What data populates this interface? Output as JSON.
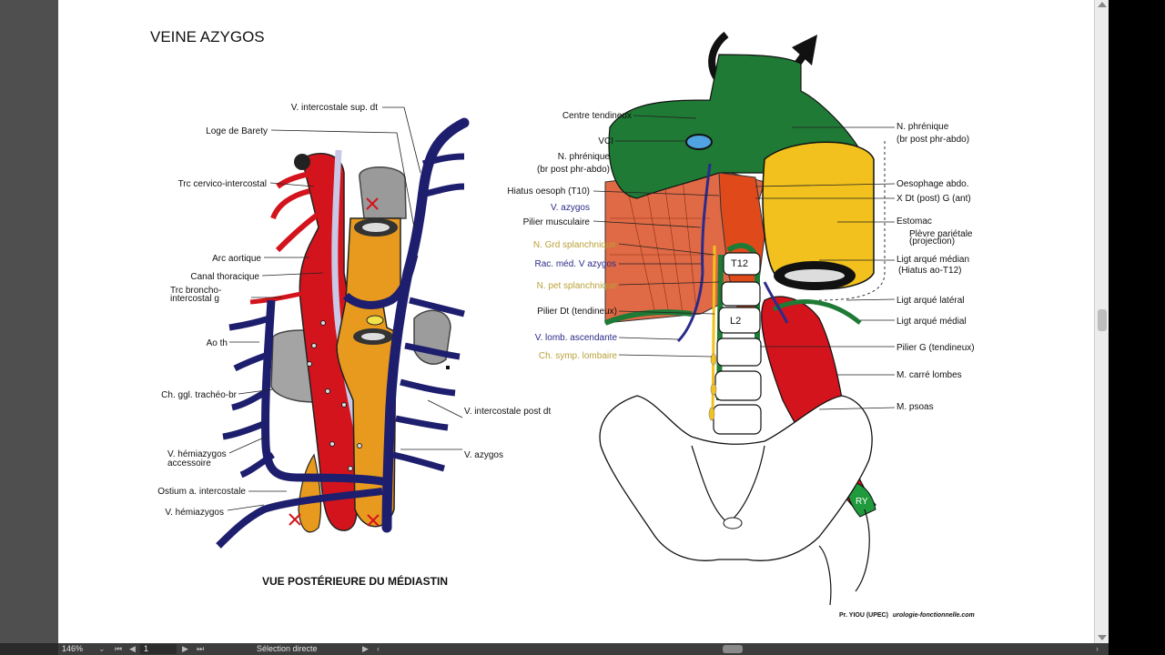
{
  "document": {
    "title": "VEINE AZYGOS",
    "left_caption": "VUE POSTÉRIEURE DU MÉDIASTIN",
    "credit_author": "Pr. YIOU (UPEC)",
    "credit_site": "urologie-fonctionnelle.com"
  },
  "left_labels": {
    "v_intercostale_sup_dt": "V. intercostale sup. dt",
    "loge_barety": "Loge de Barety",
    "trc_cervico": "Trc cervico-intercostal",
    "arc_aortique": "Arc aortique",
    "canal_thoracique": "Canal thoracique",
    "trc_broncho_1": "Trc broncho-",
    "trc_broncho_2": "intercostal g",
    "ao_th": "Ao th",
    "ch_ggl": "Ch. ggl. trachéo-br",
    "v_hemiazygos_acc_1": "V. hémiazygos",
    "v_hemiazygos_acc_2": "accessoire",
    "ostium": "Ostium a. intercostale",
    "v_hemiazygos": "V. hémiazygos",
    "v_intercostale_post_dt": "V. intercostale post dt",
    "v_azygos": "V. azygos"
  },
  "right_labels": {
    "centre_tendineux": "Centre tendineux",
    "vci": "VCI",
    "n_phrenique_l1": "N. phrénique",
    "n_phrenique_l2": "(br post phr-abdo)",
    "hiatus_oesoph": "Hiatus oesoph (T10)",
    "v_azygos": "V. azygos",
    "pilier_musculaire": "Pilier musculaire",
    "n_grd_splanch": "N. Grd splanchnique",
    "rac_med": "Rac. méd. V azygos",
    "n_pet_splanch": "N. pet splanchnique",
    "pilier_dt": "Pilier Dt (tendineux)",
    "v_lomb_asc": "V. lomb. ascendante",
    "ch_symp": "Ch. symp. lombaire",
    "n_phrenique_r1": "N. phrénique",
    "n_phrenique_r2": "(br post phr-abdo)",
    "oesophage_abdo": "Oesophage abdo.",
    "x_dt": "X Dt (post) G (ant)",
    "estomac": "Estomac",
    "plevre_1": "Plèvre pariétale",
    "plevre_2": "(projection)",
    "ligt_arque_median_1": "Ligt arqué médian",
    "ligt_arque_median_2": "(Hiatus ao-T12)",
    "ligt_arque_lateral": "Ligt arqué latéral",
    "ligt_arque_medial": "Ligt arqué médial",
    "pilier_g": "Pilier G (tendineux)",
    "m_carre": "M. carré lombes",
    "m_psoas": "M. psoas",
    "t12": "T12",
    "l2": "L2",
    "ry": "RY"
  },
  "statusbar": {
    "zoom": "146%",
    "page_number": "1",
    "tool": "Sélection directe"
  },
  "colors": {
    "vein_blue": "#1e1e6e",
    "artery_red": "#d4141c",
    "orange": "#e89a1e",
    "green": "#1f7a35",
    "yellow": "#f2c11d",
    "muscle_orange": "#e06a45",
    "nerve_label": "#b9a23a",
    "vein_label": "#2b2b8a"
  }
}
